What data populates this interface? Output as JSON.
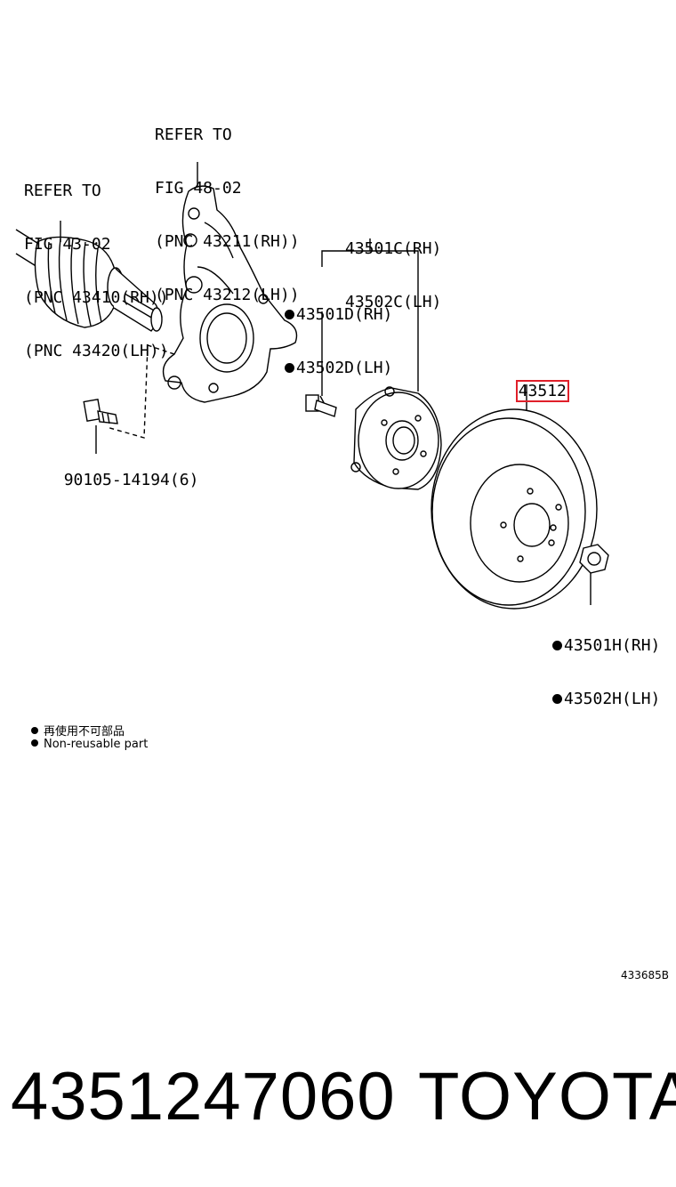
{
  "labels": {
    "knuckle_ref": [
      "REFER TO",
      "FIG 48-02",
      "(PNC 43211(RH))",
      "(PNC 43212(LH))"
    ],
    "driveshaft_ref": [
      "REFER TO",
      "FIG 43-02",
      "(PNC 43410(RH))",
      "(PNC 43420(LH))"
    ],
    "hub_assy": [
      "43501C(RH)",
      "43502C(LH)"
    ],
    "hub_bolt": [
      "43501D(RH)",
      "43502D(LH)"
    ],
    "rotor": "43512",
    "bolt": "90105-14194(6)",
    "nut": [
      "43501H(RH)",
      "43502H(LH)"
    ]
  },
  "legend": {
    "jp": "再使用不可部品",
    "en": "Non-reusable part"
  },
  "figure_code": "433685B",
  "part_number": "4351247060",
  "brand": "TOYOTA",
  "colors": {
    "highlight": "#e0202a",
    "line": "#000000"
  }
}
